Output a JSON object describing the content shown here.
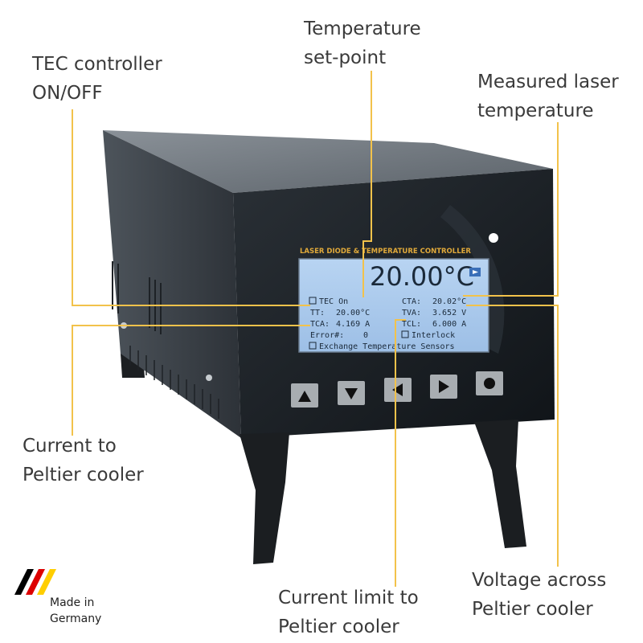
{
  "callouts": {
    "tec_on_off": [
      "TEC controller",
      "ON/OFF"
    ],
    "setpoint": [
      "Temperature",
      "set-point"
    ],
    "measured": [
      "Measured laser",
      "temperature"
    ],
    "current": [
      "Current to",
      "Peltier cooler"
    ],
    "current_limit": [
      "Current limit to",
      "Peltier cooler"
    ],
    "voltage": [
      "Voltage across",
      "Peltier cooler"
    ]
  },
  "device": {
    "front_label": "LASER DIODE & TEMPERATURE CONTROLLER",
    "display": {
      "setpoint_value": "20.00°C",
      "tec_on": "TEC On",
      "tt_label": "TT:",
      "tt_value": "20.00°C",
      "tca_label": "TCA:",
      "tca_value": "4.169 A",
      "error_label": "Error#:",
      "error_value": "0",
      "cta_label": "CTA:",
      "cta_value": "20.02°C",
      "tva_label": "TVA:",
      "tva_value": "3.652 V",
      "tcl_label": "TCL:",
      "tcl_value": "6.000 A",
      "interlock": "Interlock",
      "exchange": "Exchange Temperature Sensors"
    },
    "buttons": [
      "up-arrow",
      "down-arrow",
      "left-arrow",
      "right-arrow",
      "enter-dot"
    ]
  },
  "badge": {
    "line1": "Made in",
    "line2": "Germany",
    "flag_colors": [
      "#000000",
      "#dd0000",
      "#ffce00"
    ]
  },
  "colors": {
    "leader": "#f2c24b",
    "case_top": "#727a82",
    "front_panel": "#1a1f24",
    "lcd": "#aac8ea"
  }
}
